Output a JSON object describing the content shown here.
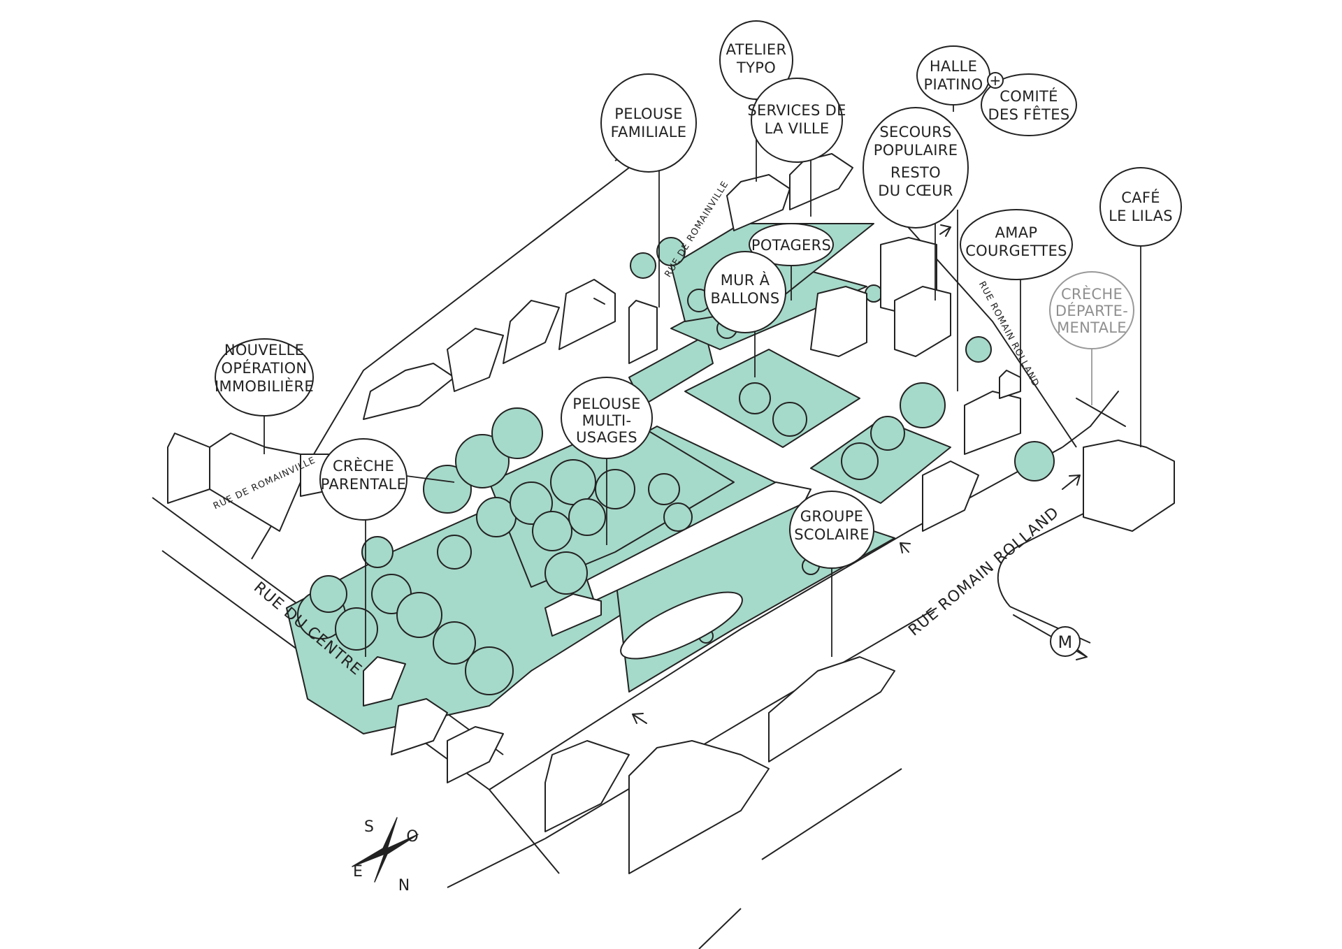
{
  "colors": {
    "green_space": "#a5d9c9",
    "line": "#222222",
    "muted": "#999999"
  },
  "labels": {
    "nouvelle_operation": [
      "NOUVELLE",
      "OPÉRATION",
      "IMMOBILIÈRE"
    ],
    "creche_parentale": [
      "CRÈCHE",
      "PARENTALE"
    ],
    "pelouse_multi": [
      "PELOUSE",
      "MULTI-",
      "USAGES"
    ],
    "pelouse_familiale": [
      "PELOUSE",
      "FAMILIALE"
    ],
    "atelier_typo": [
      "ATELIER",
      "TYPO"
    ],
    "services_ville": [
      "SERVICES DE",
      "LA VILLE"
    ],
    "potagers": [
      "POTAGERS"
    ],
    "mur_ballons": [
      "MUR À",
      "BALLONS"
    ],
    "halle_piatino": [
      "HALLE",
      "PIATINO"
    ],
    "comite_fetes": [
      "COMITÉ",
      "DES FÊTES"
    ],
    "secours_resto": [
      "SECOURS",
      "POPULAIRE",
      "RESTO",
      "DU CŒUR"
    ],
    "amap": [
      "AMAP",
      "COURGETTES"
    ],
    "cafe": [
      "CAFÉ",
      "LE LILAS"
    ],
    "creche_dep": [
      "CRÈCHE",
      "DÉPARTE-",
      "MENTALE"
    ],
    "groupe_scolaire": [
      "GROUPE",
      "SCOLAIRE"
    ]
  },
  "plus_sign": "+",
  "streets": {
    "rue_romainville_a": "RUE DE ROMAINVILLE",
    "rue_romainville_b": "RUE DE ROMAINVILLE",
    "rue_romain_rolland_a": "RUE ROMAIN ROLLAND",
    "rue_romain_rolland_b": "RUE ROMAIN ROLLAND",
    "rue_du_centre": "RUE DU CENTRE"
  },
  "metro_symbol": "M",
  "compass": {
    "s": "S",
    "o": "O",
    "e": "E",
    "n": "N"
  }
}
